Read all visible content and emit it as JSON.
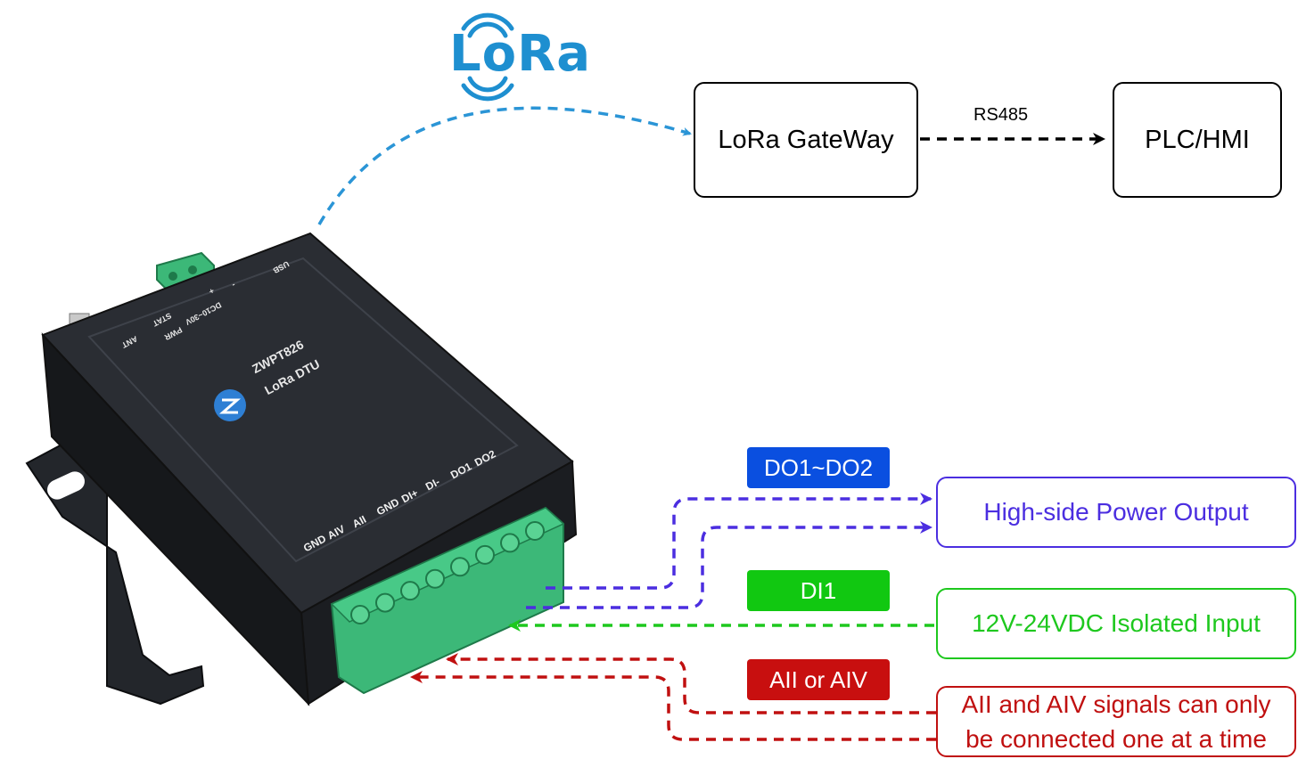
{
  "logo": {
    "text": "LoRa",
    "color": "#1e8fd0"
  },
  "device": {
    "model": "ZWPT826",
    "name": "LoRa DTU",
    "top_ports": [
      "ANT",
      "PWR",
      "STAT",
      "DC10~30V",
      "+",
      "-",
      "USB"
    ],
    "terminal_labels": [
      "GND",
      "AIV",
      "AII",
      "GND",
      "DI+",
      "DI-",
      "DO1",
      "DO2"
    ],
    "body_color": "#1b1d21",
    "terminal_color": "#3cb878"
  },
  "nodes": {
    "gateway": "LoRa GateWay",
    "plc": "PLC/HMI",
    "power_output": "High-side Power Output",
    "isolated_input": "12V-24VDC Isolated Input",
    "analog_note_line1": "AII and AIV signals can only",
    "analog_note_line2": "be connected one at a time"
  },
  "edges": {
    "rs485": "RS485"
  },
  "badges": {
    "do": "DO1~DO2",
    "di": "DI1",
    "ai": "AII or AIV"
  },
  "colors": {
    "lora_link": "#2b95d6",
    "do": "#4b2ee0",
    "do_badge": "#0a4fe0",
    "di": "#1ec81e",
    "di_badge": "#11c811",
    "ai": "#c01010",
    "ai_badge": "#c80f0f"
  }
}
